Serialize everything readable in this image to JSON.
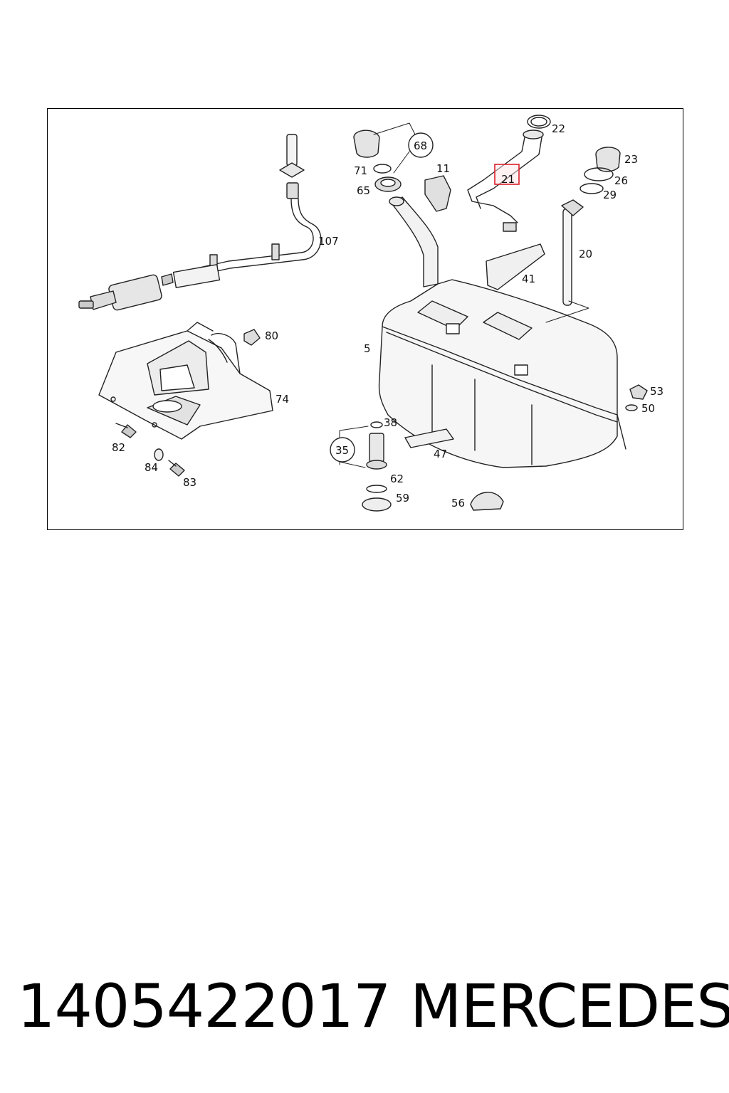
{
  "diagram": {
    "highlight_color": "#d9202a",
    "highlighted_part": "21",
    "part_labels": [
      "107",
      "80",
      "74",
      "82",
      "84",
      "83",
      "68",
      "71",
      "65",
      "11",
      "22",
      "21",
      "23",
      "26",
      "29",
      "20",
      "41",
      "5",
      "53",
      "50",
      "38",
      "35",
      "47",
      "62",
      "59",
      "56"
    ]
  },
  "footer": {
    "part_number": "1405422017",
    "brand": "MERCEDES"
  }
}
